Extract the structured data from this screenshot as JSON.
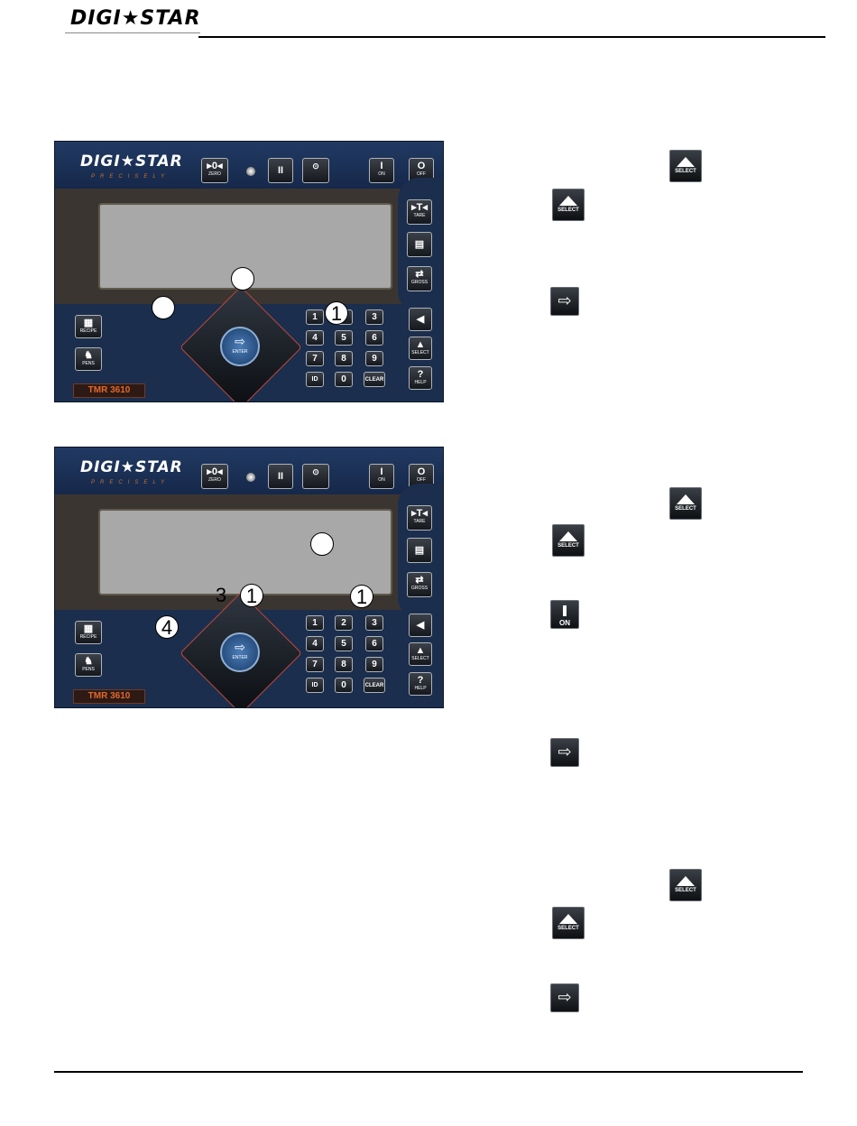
{
  "header": {
    "logo_text": "DIGI★STAR"
  },
  "panels": [
    {
      "brand": "DIGI★STAR",
      "tagline": "PRECISELY",
      "model": "TMR 3610",
      "keys": {
        "zero": "ZERO",
        "pause": "II",
        "on_symbol": "I",
        "on": "ON",
        "off_symbol": "O",
        "off": "OFF",
        "tare": "TARE",
        "net_gross": "GROSS",
        "recipe": "RECIPE",
        "pens": "PENS",
        "enter": "ENTER",
        "id": "ID",
        "clear": "CLEAR",
        "help_symbol": "?",
        "help": "HELP",
        "select": "SELECT",
        "numbers": [
          "1",
          "2",
          "3",
          "4",
          "5",
          "6",
          "7",
          "8",
          "9",
          "0"
        ]
      },
      "callouts": [
        "1"
      ]
    },
    {
      "brand": "DIGI★STAR",
      "tagline": "PRECISELY",
      "model": "TMR 3610",
      "keys": {
        "zero": "ZERO",
        "pause": "II",
        "on_symbol": "I",
        "on": "ON",
        "off_symbol": "O",
        "off": "OFF",
        "tare": "TARE",
        "net_gross": "GROSS",
        "recipe": "RECIPE",
        "pens": "PENS",
        "enter": "ENTER",
        "id": "ID",
        "clear": "CLEAR",
        "help_symbol": "?",
        "help": "HELP",
        "select": "SELECT",
        "numbers": [
          "1",
          "2",
          "3",
          "4",
          "5",
          "6",
          "7",
          "8",
          "9",
          "0"
        ]
      },
      "callouts": [
        "3",
        "1",
        "1",
        "4"
      ]
    }
  ],
  "right_icons": {
    "select_label": "SELECT",
    "on_label": "ON"
  },
  "colors": {
    "panel_blue": "#1b2e4d",
    "display_band": "#3b3532",
    "lcd": "#a8a8a8",
    "model_orange": "#e0682d"
  }
}
